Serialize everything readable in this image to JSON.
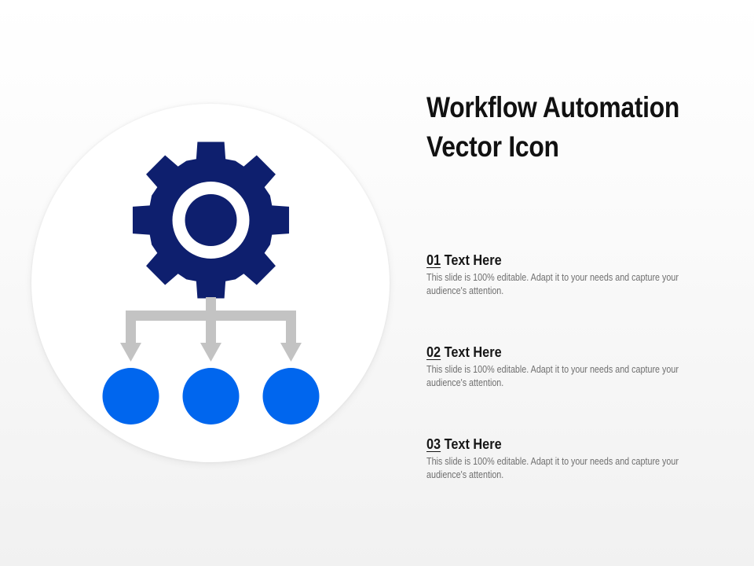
{
  "slide": {
    "title_line1": "Workflow Automation",
    "title_line2": "Vector Icon",
    "items": [
      {
        "number": "01",
        "heading": "Text Here",
        "description": "This slide is 100% editable. Adapt it to your needs and capture your audience's attention."
      },
      {
        "number": "02",
        "heading": "Text Here",
        "description": "This slide is 100% editable. Adapt it to your needs and capture your audience's attention."
      },
      {
        "number": "03",
        "heading": "Text Here",
        "description": "This slide is 100% editable. Adapt it to your needs and capture your audience's attention."
      }
    ]
  },
  "icon": {
    "name": "workflow-automation-icon",
    "parts": [
      "gear-icon",
      "branch-arrows",
      "output-nodes"
    ],
    "colors": {
      "gear": "#0e1f6e",
      "arrows": "#c3c3c3",
      "nodes": "#0066ee",
      "circle": "#ffffff"
    }
  }
}
